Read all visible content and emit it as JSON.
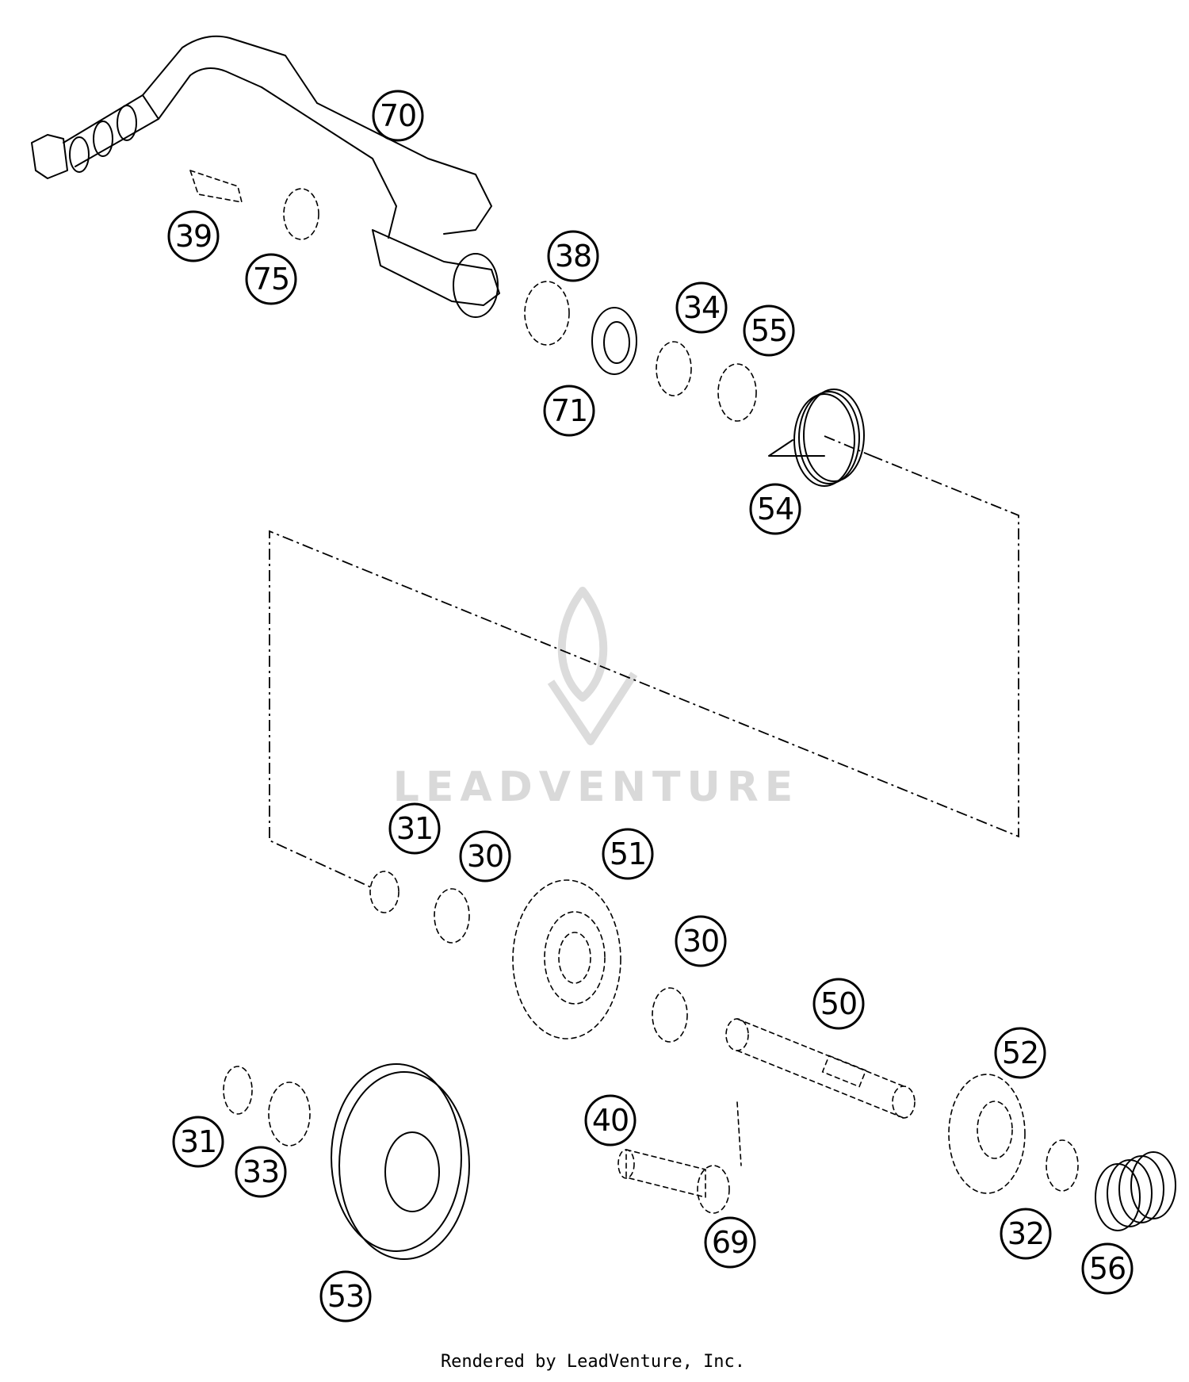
{
  "watermark": {
    "brand": "LEADVENTURE"
  },
  "footer": {
    "credit": "Rendered by LeadVenture, Inc."
  },
  "callouts": [
    "70",
    "39",
    "75",
    "38",
    "34",
    "55",
    "71",
    "54",
    "31",
    "30",
    "51",
    "30",
    "50",
    "52",
    "31",
    "33",
    "40",
    "53",
    "69",
    "32",
    "56"
  ]
}
